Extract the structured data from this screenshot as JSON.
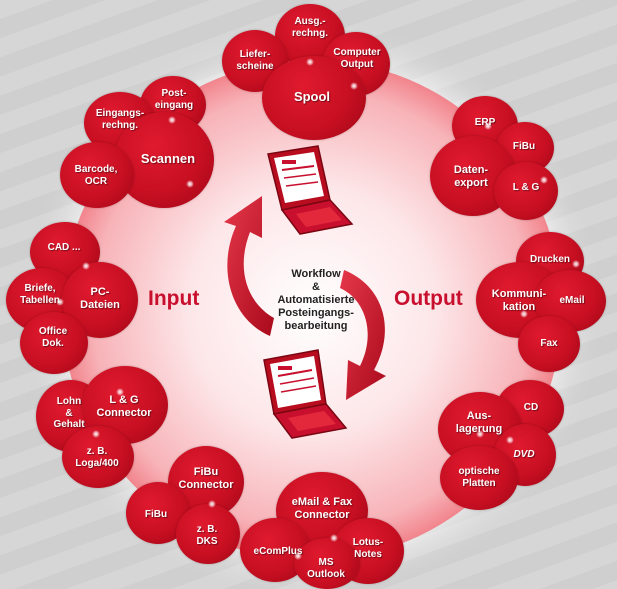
{
  "center": {
    "text": "Workflow\n&\nAutomatisierte\nPosteingangs-\nbearbeitung"
  },
  "sides": {
    "input": "Input",
    "output": "Output"
  },
  "clusters": {
    "spool": {
      "main": "Spool",
      "items": [
        "Ausg.-\nrechng.",
        "Liefer-\nscheine",
        "Computer\nOutput"
      ]
    },
    "scannen": {
      "main": "Scannen",
      "items": [
        "Post-\neingang",
        "Eingangs-\nrechng.",
        "Barcode,\nOCR"
      ]
    },
    "datenexport": {
      "main": "Daten-\nexport",
      "items": [
        "ERP",
        "FiBu",
        "L & G"
      ]
    },
    "kommunikation": {
      "main": "Kommuni-\nkation",
      "items": [
        "Drucken",
        "eMail",
        "Fax"
      ]
    },
    "pc_dateien": {
      "main": "PC-\nDateien",
      "items": [
        "CAD ...",
        "Briefe,\nTabellen",
        "Office\nDok."
      ]
    },
    "lg_connector": {
      "main": "L & G\nConnector",
      "items": [
        "Lohn\n&\nGehalt",
        "z. B.\nLoga/400"
      ]
    },
    "auslagerung": {
      "main": "Aus-\nlagerung",
      "items": [
        "CD",
        "DVD",
        "optische\nPlatten"
      ]
    },
    "fibu_connector": {
      "main": "FiBu\nConnector",
      "items": [
        "FiBu",
        "z. B.\nDKS"
      ]
    },
    "email_fax": {
      "main": "eMail & Fax\nConnector",
      "items": [
        "eComPlus",
        "MS\nOutlook",
        "Lotus-\nNotes"
      ]
    }
  }
}
